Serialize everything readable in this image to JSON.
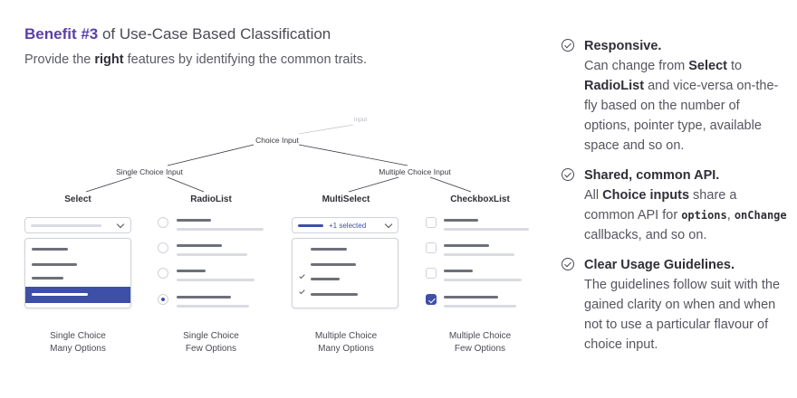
{
  "heading": {
    "accent": "Benefit #3",
    "rest": " of Use-Case Based Classification"
  },
  "subheading": {
    "pre": "Provide the ",
    "bold": "right",
    "post": " features by identifying the common traits."
  },
  "tree": {
    "input": "Input",
    "choice": "Choice Input",
    "single": "Single Choice Input",
    "multiple": "Multiple Choice Input",
    "leaves": [
      "Select",
      "RadioList",
      "MultiSelect",
      "CheckboxList"
    ]
  },
  "multiselect_value": "+1 selected",
  "captions": [
    {
      "line1": "Single Choice",
      "line2": "Many Options"
    },
    {
      "line1": "Single Choice",
      "line2": "Few Options"
    },
    {
      "line1": "Multiple Choice",
      "line2": "Many Options"
    },
    {
      "line1": "Multiple Choice",
      "line2": "Few Options"
    }
  ],
  "benefits": [
    {
      "title": "Responsive.",
      "p1": "Can change from ",
      "b1": "Select",
      "p2": " to ",
      "b2": "RadioList",
      "p3": " and vice-versa on-the-fly based on the number of options, pointer type, available space and so on."
    },
    {
      "title": "Shared, common API.",
      "p1": "All ",
      "b1": "Choice inputs",
      "p2": " share a common API for ",
      "c1": "options",
      "p3": ", ",
      "c2": "onChange",
      "p4": " callbacks, and so on."
    },
    {
      "title": "Clear Usage Guidelines.",
      "p1": "The guidelines follow suit with the gained clarity on when and when not to use a particular flavour of choice input."
    }
  ],
  "colors": {
    "accent": "#5b3fa8",
    "selected": "#3e4fa8",
    "bar": "#6d6f7a",
    "bar_light": "#d9dbe1"
  }
}
